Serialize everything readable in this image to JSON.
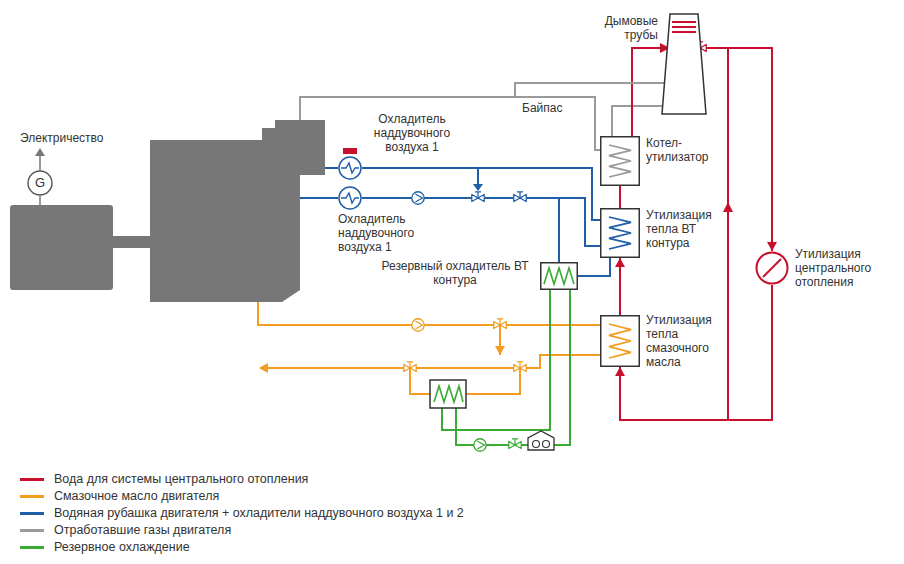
{
  "diagram": {
    "nodes": [
      {
        "text": [
          "G"
        ]
      },
      {
        "text": [
          "Котел-утилизатор"
        ]
      },
      {
        "text": [
          "Утилизация тепла ВТ контура"
        ]
      },
      {
        "text": [
          "Утилизация тепла смазочного масла"
        ]
      },
      {
        "text": [
          "Дымовые трубы"
        ]
      },
      {
        "text": [
          "Охладитель наддувочного воздуха 1"
        ]
      },
      {
        "text": [
          "Охладитель наддувочного воздуха 1"
        ]
      },
      {
        "text": [
          "Резервный охладитель ВТ контура"
        ]
      },
      {
        "text": [
          "Утилизация центрального отопления"
        ]
      }
    ],
    "edges": [
      {
        "from": 5,
        "to": 2,
        "arrow": "none"
      },
      {
        "from": 6,
        "to": 2,
        "arrow": "none"
      },
      {
        "from": 3,
        "to": 2,
        "arrow": "to"
      },
      {
        "from": 2,
        "to": 1,
        "arrow": "none"
      },
      {
        "from": 1,
        "to": 4,
        "arrow": "none"
      },
      {
        "from": 1,
        "to": 8,
        "arrow": "to"
      },
      {
        "from": 8,
        "to": 3,
        "arrow": "to"
      },
      {
        "from": 7,
        "to": 2,
        "arrow": "none"
      }
    ],
    "labels": [
      "Электричество",
      "Байпас"
    ],
    "legend": [
      {
        "text": "Вода для системы центрального отопления",
        "color": "#c8102e"
      },
      {
        "text": "Смазочное масло двигателя",
        "color": "#f39c1f"
      },
      {
        "text": "Водяная рубашка двигателя + охладители наддувочного воздуха 1 и 2",
        "color": "#1f5fa8"
      },
      {
        "text": "Отработавшие газы двигателя",
        "color": "#9a9a9a"
      },
      {
        "text": "Резервное охлаждение",
        "color": "#3aaa35"
      }
    ]
  }
}
